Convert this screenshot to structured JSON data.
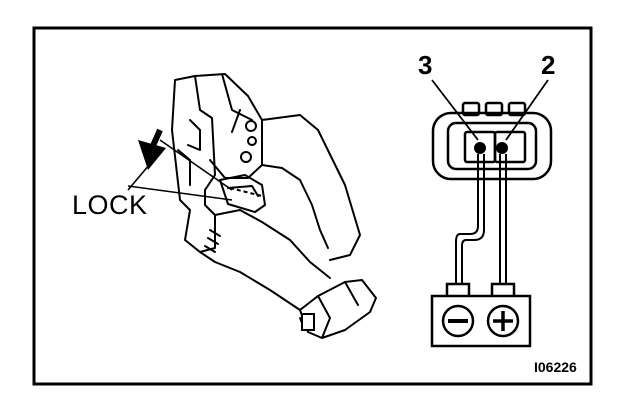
{
  "labels": {
    "lock": "LOCK",
    "pin_left": "3",
    "pin_right": "2",
    "figure_code": "I06226"
  },
  "meter": {
    "negative_terminal_symbol": "minus-icon",
    "positive_terminal_symbol": "plus-icon"
  },
  "colors": {
    "ink": "#000000",
    "paper": "#ffffff"
  }
}
